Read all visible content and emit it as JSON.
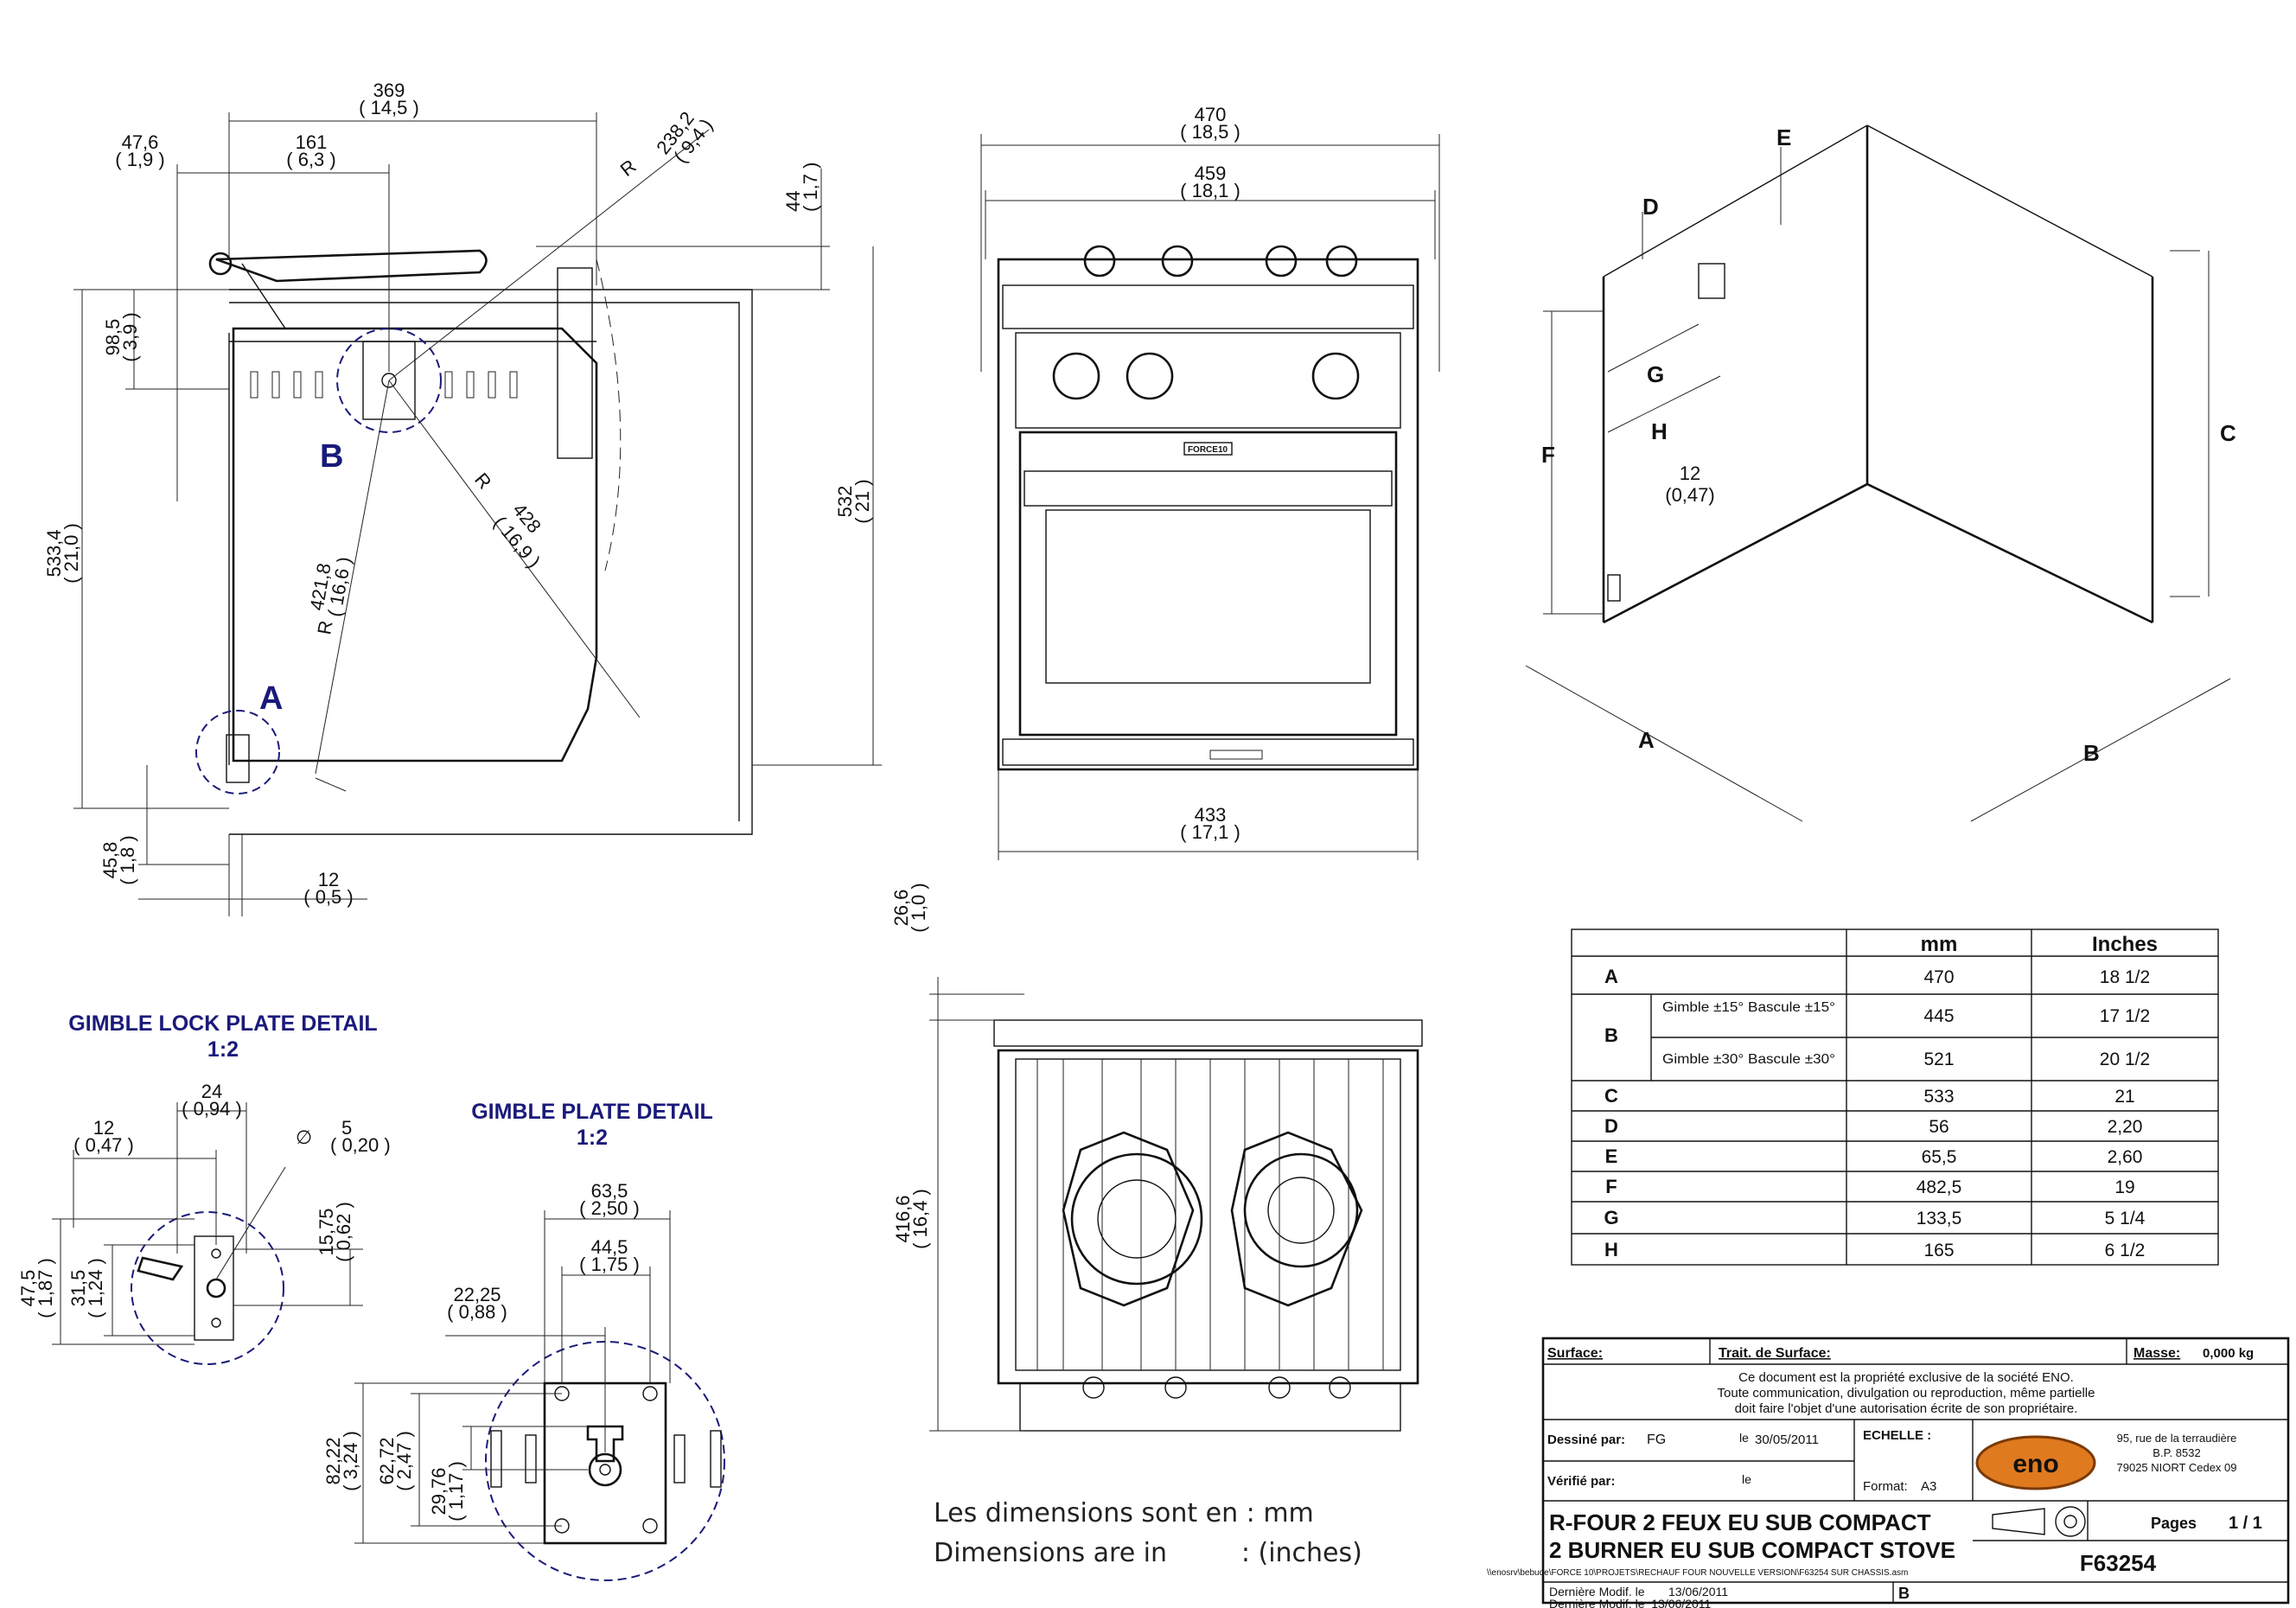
{
  "side_view": {
    "dims": [
      "369",
      "( 14,5 )",
      "47,6",
      "( 1,9 )",
      "161",
      "( 6,3 )",
      "R",
      "238,2",
      "( 9,4 )",
      "44",
      "( 1,7 )",
      "98,5",
      "( 3,9 )",
      "533,4",
      "( 21,0 )",
      "532",
      "( 21 )",
      "R",
      "428",
      "( 16,9 )",
      "R",
      "421,8",
      "( 16,6 )",
      "45,8",
      "( 1,8 )",
      "12",
      "( 0,5 )"
    ],
    "marker_b": "B",
    "marker_a": "A"
  },
  "front_view": {
    "dims": [
      "470",
      "( 18,5 )",
      "459",
      "( 18,1 )",
      "433",
      "( 17,1 )"
    ],
    "brand_plate": "FORCE10"
  },
  "top_view": {
    "dims": [
      "26,6",
      "( 1,0 )",
      "416,6",
      "( 16,4 )"
    ]
  },
  "install_view": {
    "letters": [
      "E",
      "D",
      "G",
      "H",
      "F",
      "C",
      "A",
      "B"
    ],
    "clearance": "12",
    "clearance_in": "(0,47)"
  },
  "gimble_lock_detail": {
    "title": "GIMBLE LOCK PLATE DETAIL",
    "scale": "1:2",
    "dims": [
      "24",
      "( 0,94 )",
      "12",
      "( 0,47 )",
      "5",
      "( 0,20 )",
      "15,75",
      "( 0,62 )",
      "47,5",
      "( 1,87 )",
      "31,5",
      "( 1,24 )"
    ],
    "diameter_symbol": "∅"
  },
  "gimble_plate_detail": {
    "title": "GIMBLE PLATE DETAIL",
    "scale": "1:2",
    "dims": [
      "63,5",
      "( 2,50 )",
      "44,5",
      "( 1,75 )",
      "22,25",
      "( 0,88 )",
      "82,22",
      "( 3,24 )",
      "62,72",
      "( 2,47 )",
      "29,76",
      "( 1,17 )"
    ]
  },
  "notes": {
    "line1": "Les dimensions sont en : mm",
    "line2": "Dimensions are in         : (inches)"
  },
  "table": {
    "headers": [
      "",
      "mm",
      "Inches"
    ],
    "rows": [
      {
        "key": "A",
        "sub": "",
        "mm": "470",
        "in": "18 1/2"
      },
      {
        "key": "B",
        "sub": "Gimble ±15° Bascule ±15°",
        "mm": "445",
        "in": "17 1/2"
      },
      {
        "key": "",
        "sub": "Gimble ±30° Bascule ±30°",
        "mm": "521",
        "in": "20 1/2"
      },
      {
        "key": "C",
        "sub": "",
        "mm": "533",
        "in": "21"
      },
      {
        "key": "D",
        "sub": "",
        "mm": "56",
        "in": "2,20"
      },
      {
        "key": "E",
        "sub": "",
        "mm": "65,5",
        "in": "2,60"
      },
      {
        "key": "F",
        "sub": "",
        "mm": "482,5",
        "in": "19"
      },
      {
        "key": "G",
        "sub": "",
        "mm": "133,5",
        "in": "5 1/4"
      },
      {
        "key": "H",
        "sub": "",
        "mm": "165",
        "in": "6 1/2"
      }
    ]
  },
  "title_block": {
    "surface": "Surface:",
    "treatment": "Trait. de Surface:",
    "mass_label": "Masse:",
    "mass_value": "0,000 kg",
    "notice1": "Ce document est la propriété exclusive de la société ENO.",
    "notice2": "Toute communication, divulgation ou reproduction, même partielle",
    "notice3": "doit faire l'objet d'une autorisation écrite de son propriétaire.",
    "drawn_label": "Dessiné par:",
    "drawn_by": "FG",
    "date_label": "le",
    "drawn_date": "30/05/2011",
    "scale_label": "ECHELLE :",
    "checked_label": "Vérifié par:",
    "checked_date_label": "le",
    "format_label": "Format:",
    "format_value": "A3",
    "logo": "eno",
    "addr1": "95, rue de la terraudière",
    "addr2": "B.P. 8532",
    "addr3": "79025 NIORT Cedex 09",
    "title_fr": "R-FOUR 2 FEUX EU SUB COMPACT",
    "title_en": "2 BURNER EU SUB COMPACT STOVE",
    "pages_label": "Pages",
    "pages_value": "1 / 1",
    "part_no": "F63254",
    "file_path": "\\\\enosrv\\bebude\\FORCE 10\\PROJETS\\RECHAUF FOUR NOUVELLE VERSION\\F63254 SUR CHASSIS.asm",
    "modified_label": "Dernière Modif. le",
    "modified_date": "13/06/2011",
    "rev": "B",
    "modified_ghost": "Dernière Modif. le  13/06/2011"
  },
  "colors": {
    "ink": "#111111",
    "detail_blue": "#1a1a7a",
    "logo_orange": "#e07a1f"
  }
}
